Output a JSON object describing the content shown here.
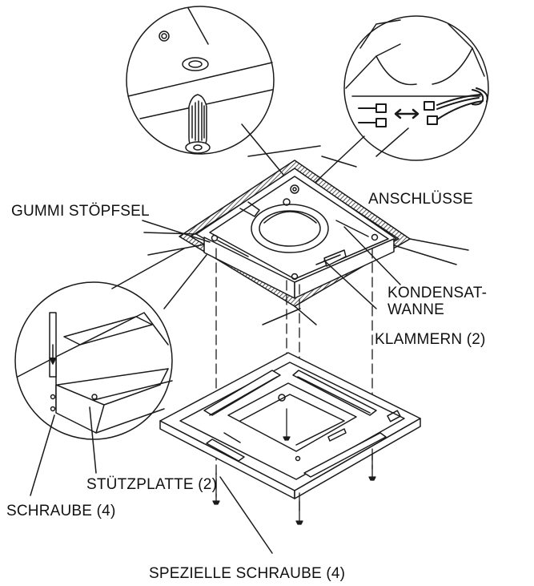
{
  "labels": {
    "gummi_stopfsel": "GUMMI STÖPFSEL",
    "anschlusse": "ANSCHLÜSSE",
    "kondensat_line1": "KONDENSAT-",
    "kondensat_line2": "WANNE",
    "klammern": "KLAMMERN (2)",
    "stutzplatte": "STÜTZPLATTE (2)",
    "schraube": "SCHRAUBE (4)",
    "spezielle_schraube": "SPEZIELLE SCHRAUBE (4)"
  },
  "colors": {
    "line": "#1a1a1a",
    "background": "#ffffff",
    "hatch": "#555555"
  }
}
